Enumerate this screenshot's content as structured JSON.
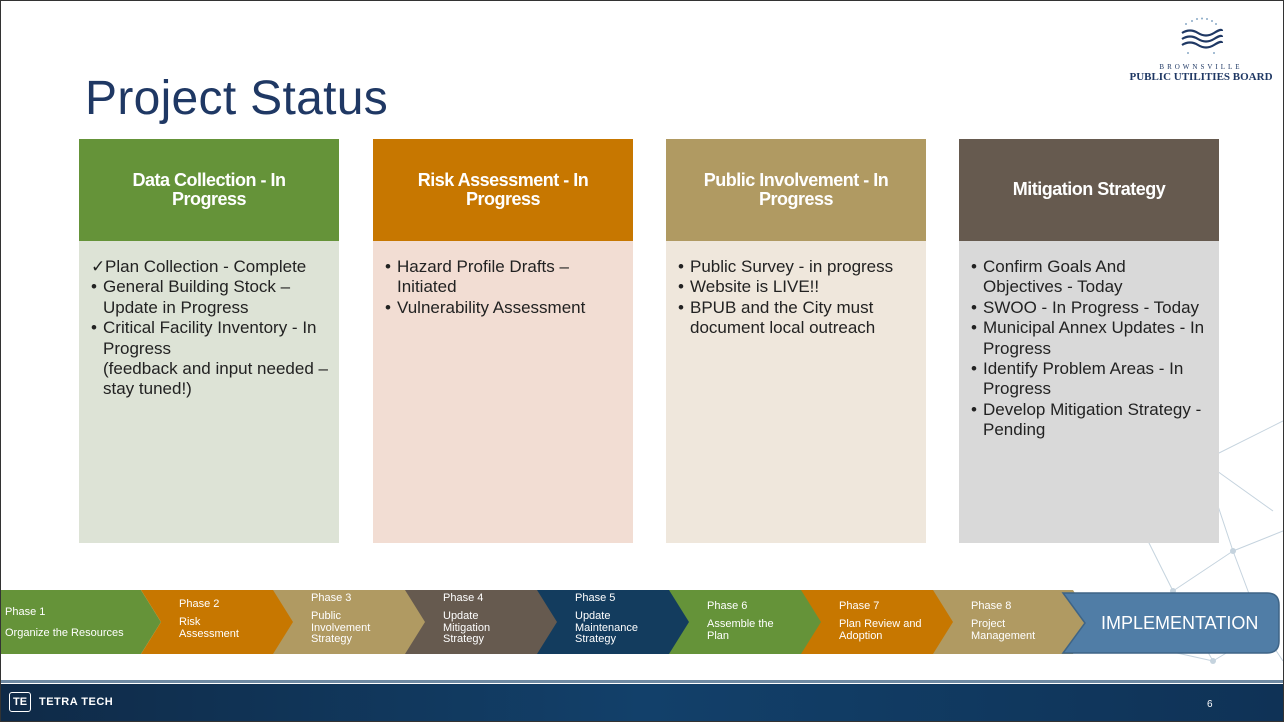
{
  "slide": {
    "title": "Project Status",
    "logo": {
      "sub": "BROWNSVILLE",
      "main": "PUBLIC UTILITIES BOARD",
      "icon": "waves-icon"
    }
  },
  "colors": {
    "title": "#1f3864",
    "data_collection": "#659339",
    "risk_assessment": "#c77700",
    "public_involvement": "#b09a62",
    "mitigation": "#665a4f",
    "phase5": "#133c5e",
    "implementation": "#507da6"
  },
  "cards": [
    {
      "header": "Data Collection - In Progress",
      "items": [
        {
          "marker": "✓",
          "text": "Plan Collection - Complete"
        },
        {
          "marker": "•",
          "text": "General Building Stock – Update in Progress"
        },
        {
          "marker": "•",
          "text": "Critical Facility Inventory - In Progress"
        }
      ],
      "note": "(feedback and input needed – stay tuned!)"
    },
    {
      "header": "Risk Assessment - In Progress",
      "items": [
        {
          "marker": "•",
          "text": "Hazard Profile Drafts – Initiated"
        },
        {
          "marker": "•",
          "text": "Vulnerability Assessment"
        }
      ]
    },
    {
      "header": "Public Involvement - In Progress",
      "items": [
        {
          "marker": "•",
          "text": "Public Survey - in progress"
        },
        {
          "marker": "•",
          "text": "Website is LIVE!!"
        },
        {
          "marker": "•",
          "text": "BPUB and the City must document local outreach"
        }
      ]
    },
    {
      "header": "Mitigation Strategy",
      "items": [
        {
          "marker": "•",
          "text": "Confirm Goals And Objectives - Today"
        },
        {
          "marker": "•",
          "text": "SWOO - In Progress - Today"
        },
        {
          "marker": "•",
          "text": "Municipal Annex Updates - In Progress"
        },
        {
          "marker": "•",
          "text": "Identify Problem Areas - In Progress"
        },
        {
          "marker": "•",
          "text": "Develop Mitigation Strategy - Pending"
        }
      ]
    }
  ],
  "phases": [
    {
      "num": "Phase 1",
      "name": "Organize the Resources"
    },
    {
      "num": "Phase 2",
      "name": "Risk Assessment"
    },
    {
      "num": "Phase 3",
      "name": "Public Involvement Strategy"
    },
    {
      "num": "Phase 4",
      "name": "Update Mitigation Strategy"
    },
    {
      "num": "Phase 5",
      "name": "Update Maintenance Strategy"
    },
    {
      "num": "Phase 6",
      "name": "Assemble the Plan"
    },
    {
      "num": "Phase 7",
      "name": "Plan Review and Adoption"
    },
    {
      "num": "Phase 8",
      "name": "Project Management"
    }
  ],
  "implementation": "IMPLEMENTATION",
  "footer": {
    "company": "TETRA TECH",
    "logo": "TE",
    "page": "6"
  }
}
